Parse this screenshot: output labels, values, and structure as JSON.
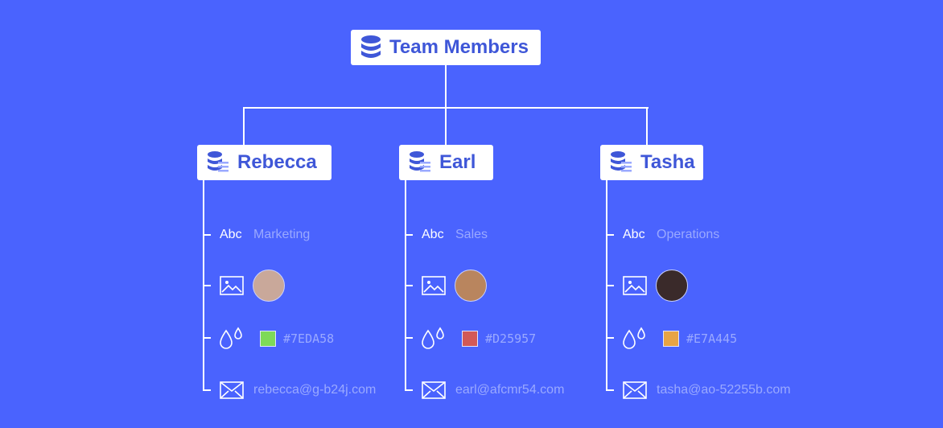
{
  "root": {
    "title": "Team Members",
    "icon": "database-icon"
  },
  "members": [
    {
      "name": "Rebecca",
      "department": "Marketing",
      "color": "#7EDA58",
      "email": "rebecca@g-b24j.com",
      "avatar_bg": "#c9a89a"
    },
    {
      "name": "Earl",
      "department": "Sales",
      "color": "#D25957",
      "email": "earl@afcmr54.com",
      "avatar_bg": "#b9855e"
    },
    {
      "name": "Tasha",
      "department": "Operations",
      "color": "#E7A445",
      "email": "tasha@ao-52255b.com",
      "avatar_bg": "#3a2a2a"
    }
  ],
  "text_type_label": "Abc"
}
